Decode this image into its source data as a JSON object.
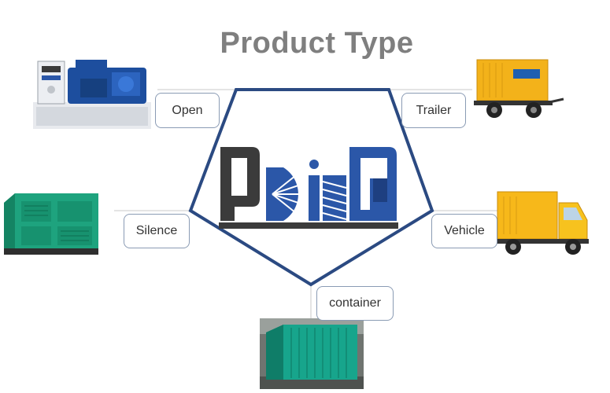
{
  "title": "Product Type",
  "colors": {
    "pentagon_stroke": "#2b4a82",
    "logo_blue": "#2b57a8",
    "logo_dark": "#3b3b3b",
    "title_gray": "#7f7f7f",
    "label_border": "#8a9bb4"
  },
  "products": {
    "open": {
      "label": "Open",
      "icon": "open-generator-image"
    },
    "trailer": {
      "label": "Trailer",
      "icon": "trailer-generator-image"
    },
    "silence": {
      "label": "Silence",
      "icon": "silent-generator-image"
    },
    "vehicle": {
      "label": "Vehicle",
      "icon": "vehicle-generator-image"
    },
    "container": {
      "label": "container",
      "icon": "container-generator-image"
    }
  }
}
